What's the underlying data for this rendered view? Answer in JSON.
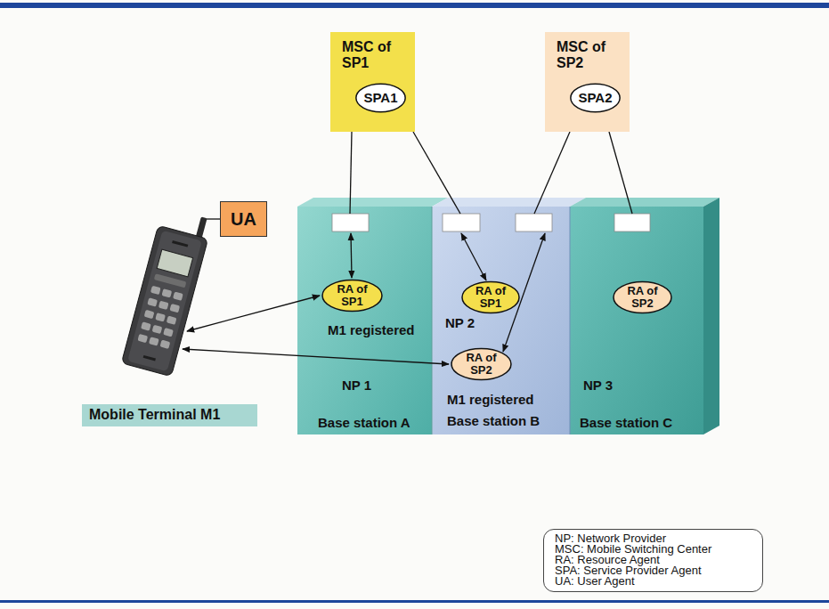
{
  "diagram": {
    "nodes": [
      {
        "text": [
          "MSC of SP1"
        ]
      },
      {
        "text": [
          "SPA1"
        ],
        "in": 0
      },
      {
        "text": [
          "MSC of SP2"
        ]
      },
      {
        "text": [
          "SPA2"
        ],
        "in": 2
      },
      {
        "text": [
          "UA"
        ]
      },
      {
        "text": [
          "M1 registered",
          "NP 1",
          "Base station A"
        ]
      },
      {
        "text": [
          "RA of SP1"
        ],
        "in": 5
      },
      {
        "text": [
          "NP 2",
          "M1 registered",
          "Base station B"
        ]
      },
      {
        "text": [
          "RA of SP1"
        ],
        "in": 7
      },
      {
        "text": [
          "RA of SP2"
        ],
        "in": 7
      },
      {
        "text": [
          "NP 3",
          "Base station C"
        ]
      },
      {
        "text": [
          "RA of SP2"
        ],
        "in": 10
      },
      {
        "text": [
          "Mobile Terminal M1"
        ]
      }
    ],
    "edges": [
      {
        "from": 0,
        "to": 5,
        "arrow": "none"
      },
      {
        "from": 0,
        "to": 7,
        "arrow": "none"
      },
      {
        "from": 2,
        "to": 7,
        "arrow": "none"
      },
      {
        "from": 2,
        "to": 10,
        "arrow": "none"
      }
    ],
    "legend": [
      {
        "text": "NP: Network Provider"
      },
      {
        "text": "MSC: Mobile Switching Center"
      },
      {
        "text": "RA: Resource Agent"
      },
      {
        "text": "SPA: Service Provider Agent"
      },
      {
        "text": "UA: User Agent"
      }
    ]
  }
}
